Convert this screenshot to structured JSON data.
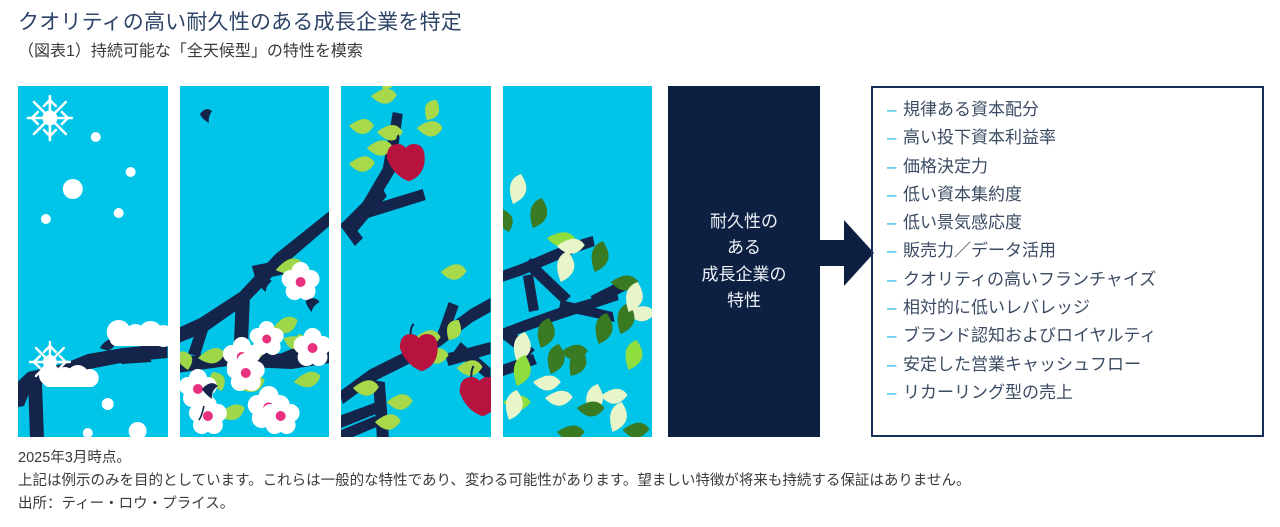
{
  "header": {
    "title": "クオリティの高い耐久性のある成長企業を特定",
    "subtitle": "（図表1）持続可能な「全天候型」の特性を模索"
  },
  "panels": [
    {
      "name": "winter-snow-panel",
      "season": "winter",
      "background": "#00c4e8"
    },
    {
      "name": "spring-blossom-panel",
      "season": "spring",
      "background": "#00c4e8"
    },
    {
      "name": "summer-fruit-panel",
      "season": "summer",
      "background": "#00c4e8"
    },
    {
      "name": "autumn-leaves-panel",
      "season": "autumn",
      "background": "#00c4e8"
    }
  ],
  "center_box": {
    "text": "耐久性の\nある\n成長企業の\n特性",
    "background": "#0e2041",
    "text_color": "#eef2f8"
  },
  "arrow": {
    "direction": "right",
    "color": "#0e2041"
  },
  "bullets": {
    "border_color": "#15305c",
    "dash": "–",
    "dash_color": "#17b6e0",
    "items": [
      "規律ある資本配分",
      "高い投下資本利益率",
      "価格決定力",
      "低い資本集約度",
      "低い景気感応度",
      "販売力／データ活用",
      "クオリティの高いフランチャイズ",
      "相対的に低いレバレッジ",
      "ブランド認知およびロイヤルティ",
      "安定した営業キャッシュフロー",
      "リカーリング型の売上"
    ]
  },
  "notes": [
    "2025年3月時点。",
    "上記は例示のみを目的としています。これらは一般的な特性であり、変わる可能性があります。望ましい特徴が将来も持続する保証はありません。",
    "出所：ティー・ロウ・プライス。"
  ],
  "colors": {
    "panel_bg": "#00c4e8",
    "branch": "#15244a",
    "navy": "#0e2041",
    "title": "#2e4468",
    "accent_cyan": "#17b6e0",
    "blossom_white": "#ffffff",
    "blossom_pink": "#e8307f",
    "apple_red": "#b8123f",
    "leaf_light_green": "#a8d94a",
    "leaf_dark_green": "#3a7a22",
    "leaf_cream": "#e8f5c8"
  }
}
